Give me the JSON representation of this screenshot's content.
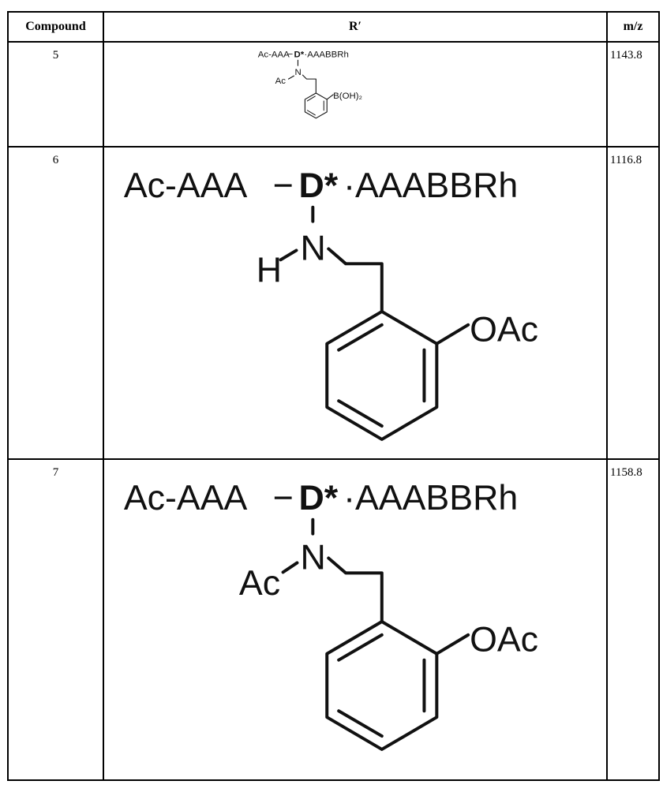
{
  "table": {
    "headers": [
      "Compound",
      "R′",
      "m/z"
    ],
    "rows": [
      {
        "compound": "5",
        "mz": "1143.8",
        "structure": {
          "peptide_left": "Ac-AAA",
          "dash": "−",
          "residue": "D*",
          "peptide_right": "·AAABBRh",
          "nitrogen": "N",
          "n_substituent": "Ac",
          "ring_substituent": "B(OH)₂"
        }
      },
      {
        "compound": "6",
        "mz": "1116.8",
        "structure": {
          "peptide_left": "Ac-AAA",
          "dash": "−",
          "residue": "D*",
          "peptide_right": "·AAABBRh",
          "nitrogen": "N",
          "n_substituent": "H",
          "ring_substituent": "OAc"
        }
      },
      {
        "compound": "7",
        "mz": "1158.8",
        "structure": {
          "peptide_left": "Ac-AAA",
          "dash": "−",
          "residue": "D*",
          "peptide_right": "·AAABBRh",
          "nitrogen": "N",
          "n_substituent": "Ac",
          "ring_substituent": "OAc"
        }
      }
    ]
  }
}
